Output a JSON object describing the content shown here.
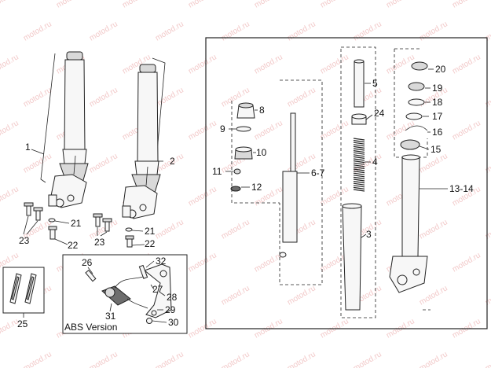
{
  "box_label": "ABS Version",
  "callouts": [
    "1",
    "2",
    "3",
    "4",
    "5",
    "6-7",
    "8",
    "9",
    "10",
    "11",
    "12",
    "13-14",
    "15",
    "16",
    "17",
    "18",
    "19",
    "20",
    "21",
    "22",
    "23",
    "24",
    "25",
    "26",
    "27",
    "28",
    "29",
    "30",
    "31",
    "32"
  ],
  "watermark": "motod.ru",
  "colors": {
    "line": "#222222",
    "watermark": "#f2c9c9",
    "background": "#ffffff"
  }
}
